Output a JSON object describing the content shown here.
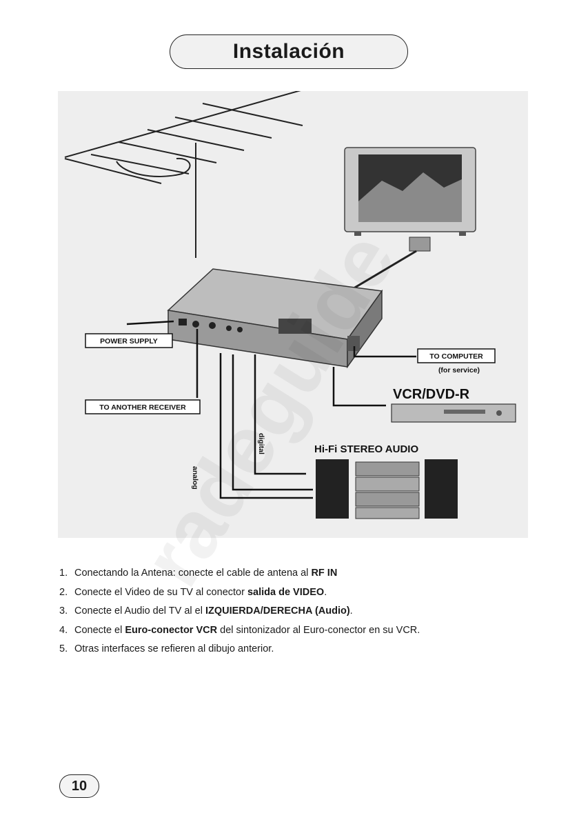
{
  "header": {
    "title": "Instalación"
  },
  "diagram": {
    "labels": {
      "power_supply": "POWER SUPPLY",
      "to_another_receiver": "TO ANOTHER RECEIVER",
      "to_computer": "TO COMPUTER",
      "for_service": "(for service)",
      "vcr_dvd": "VCR/DVD-R",
      "hifi": "Hi-Fi STEREO AUDIO",
      "digital": "digital",
      "analog": "analog"
    }
  },
  "steps": [
    {
      "num": "1.",
      "pre": "Conectando la Antena: conecte el cable de antena al ",
      "bold": "RF IN",
      "post": ""
    },
    {
      "num": "2.",
      "pre": "Conecte el Video de su TV al conector ",
      "bold": "salida de VIDEO",
      "post": "."
    },
    {
      "num": "3.",
      "pre": "Conecte el Audio del TV al el ",
      "bold": "IZQUIERDA/DERECHA (Audio)",
      "post": "."
    },
    {
      "num": "4.",
      "pre": "Conecte el ",
      "bold": "Euro-conector VCR",
      "post": " del sintonizador al Euro-conector en su VCR."
    },
    {
      "num": "5.",
      "pre": "Otras interfaces se refieren al dibujo anterior.",
      "bold": "",
      "post": ""
    }
  ],
  "footer": {
    "page_number": "10"
  },
  "watermark": "radeguide"
}
